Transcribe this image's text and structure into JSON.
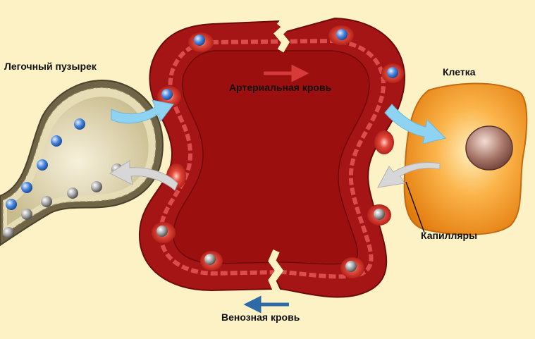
{
  "labels": {
    "alveolus": "Легочный пузырек",
    "arterial": "Артериальная кровь",
    "cell": "Клетка",
    "capillaries": "Капилляры",
    "venous": "Венозная кровь"
  },
  "colors": {
    "background": "#fdf2c6",
    "vessel": "#b01818",
    "vessel_dark": "#7a0b0b",
    "vessel_wall": "#d83a3a",
    "alveolus_fill": "#d9cfa6",
    "cell": "#f59a1c",
    "nucleus": "#9c6a5e",
    "oxygen": "#3f7fd8",
    "co2": "#a0a0a0",
    "arterial_arrow": "#d63a3a",
    "venous_arrow": "#2d6aa8"
  }
}
